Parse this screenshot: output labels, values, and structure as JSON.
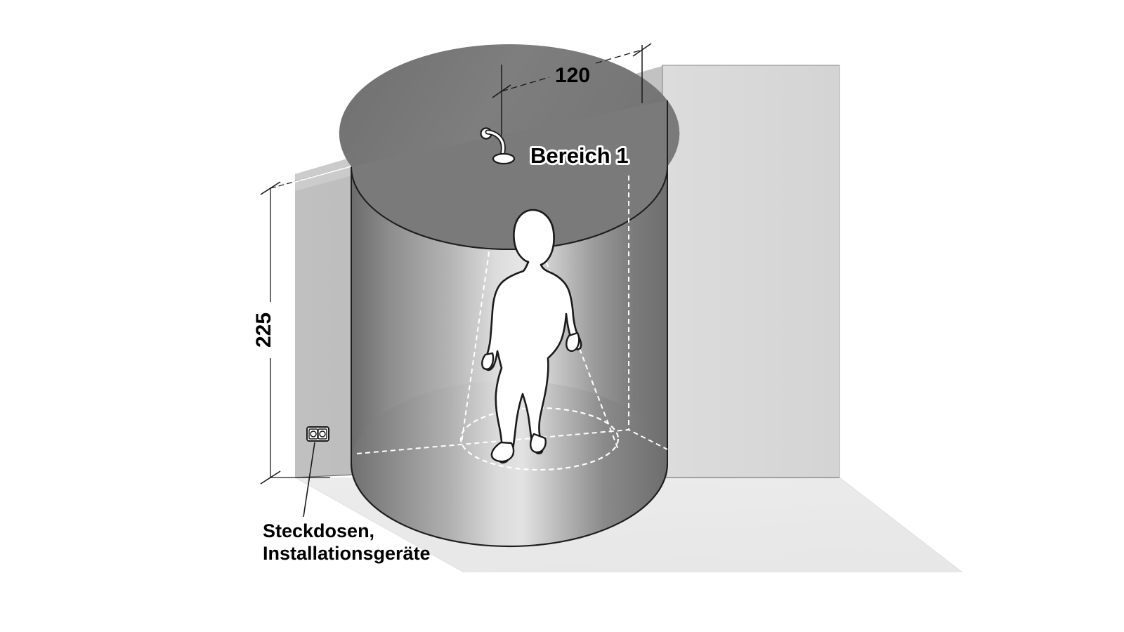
{
  "diagram": {
    "title": "Bereich 1",
    "zone_label": "Bereich 1",
    "dimensions": {
      "horizontal": {
        "value": "120",
        "name": "zone-radius-horizontal"
      },
      "vertical": {
        "value": "225",
        "name": "zone-height-vertical"
      }
    },
    "annotations": {
      "sockets_line1": "Steckdosen,",
      "sockets_line2": "Installationsgeräte"
    },
    "icons": {
      "shower_head": "shower-head-icon",
      "socket_outlet": "double-socket-outlet-icon",
      "person": "person-silhouette-icon"
    },
    "colors": {
      "background": "#ffffff",
      "floor": "#ebebeb",
      "right_wall": "#d9d9d9",
      "left_wall": "#b8b8b8",
      "ceiling_band": "#c6c6c6",
      "zone_top": "#7c7c7c",
      "zone_body_dark": "#6e6e6e",
      "zone_body_light": "#e4e4e4",
      "outline": "#1a1a1a",
      "dimension_line": "#000000",
      "dashed_white": "#ffffff",
      "text": "#000000"
    }
  }
}
